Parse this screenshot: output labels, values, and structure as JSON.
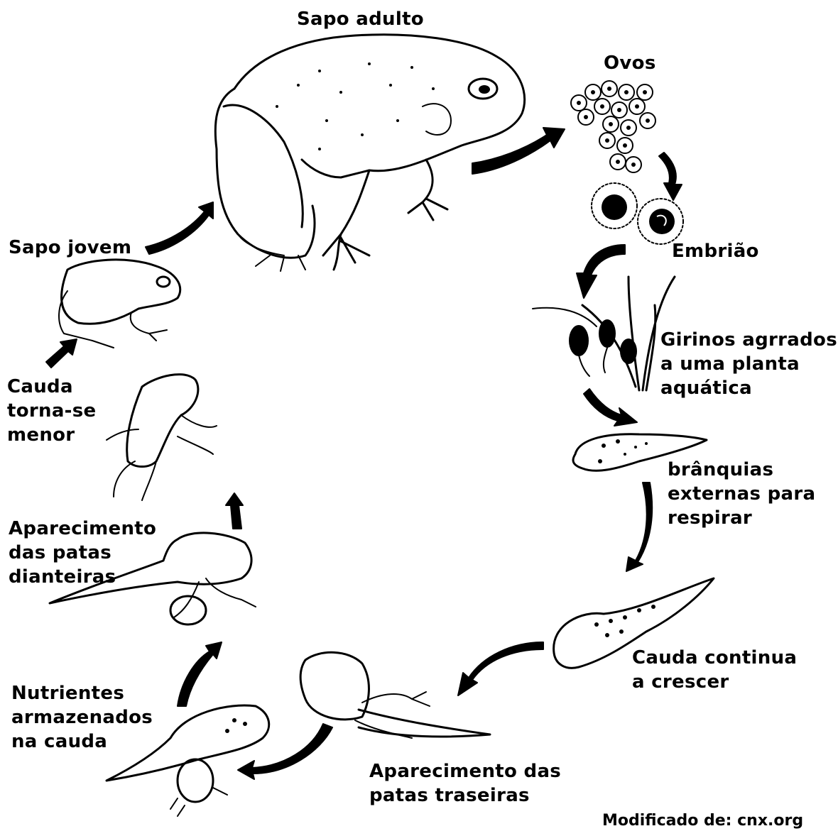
{
  "labels": {
    "adult_frog": "Sapo adulto",
    "eggs": "Ovos",
    "embryo": "Embrião",
    "tadpoles_attached": "Girinos agrrados\na uma planta\naquática",
    "external_gills": "brânquias\nexternas para\nrespirar",
    "tail_grows": "Cauda continua\n a crescer",
    "hind_legs": "Aparecimento das\npatas traseiras",
    "tail_nutrients": "Nutrientes\narmazenados\nna cauda",
    "front_legs": "Aparecimento\ndas patas\ndianteiras",
    "tail_shrinks": "Cauda\ntorna-se\nmenor",
    "young_frog": "Sapo jovem"
  },
  "credit": "Modificado de: cnx.org",
  "icons": [
    "adult-frog-illustration",
    "egg-cluster",
    "embryo",
    "tadpoles-on-plant",
    "tadpole-with-gills",
    "tadpole-growing",
    "tadpole-hind-legs",
    "tadpole-front-legs",
    "froglet",
    "young-frog",
    "cycle-arrow"
  ]
}
